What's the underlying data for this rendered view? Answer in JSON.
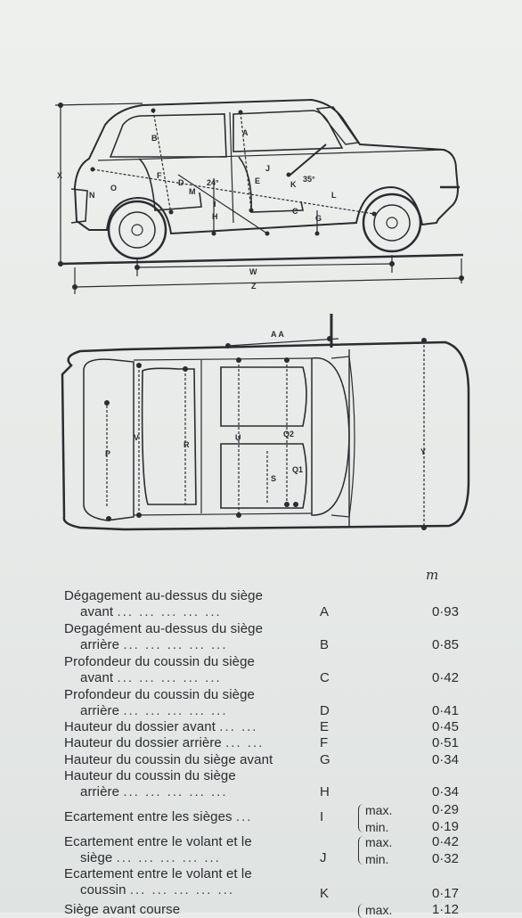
{
  "diagram": {
    "side_labels": [
      "X",
      "N",
      "O",
      "B",
      "F",
      "D",
      "M",
      "H",
      "A",
      "E",
      "J",
      "K",
      "C",
      "G",
      "L",
      "I",
      "W",
      "Z"
    ],
    "angle_labels": [
      "24°",
      "35°"
    ],
    "top_labels": [
      "A A",
      "P",
      "V",
      "R",
      "U",
      "Q2",
      "Q1",
      "S",
      "Y"
    ]
  },
  "unit": "m",
  "rows": [
    {
      "line1": "Dégagement au-dessus du siège",
      "line2": "avant",
      "letter": "A",
      "value": "0·93"
    },
    {
      "line1": "Degagément au-dessus du siège",
      "line2": "arrière",
      "letter": "B",
      "value": "0·85"
    },
    {
      "line1": "Profondeur du coussin du siège",
      "line2": "avant",
      "letter": "C",
      "value": "0·42"
    },
    {
      "line1": "Profondeur du coussin du siège",
      "line2": "arrière",
      "letter": "D",
      "value": "0·41"
    },
    {
      "line1": "Hauteur du dossier avant",
      "letter": "E",
      "value": "0·45"
    },
    {
      "line1": "Hauteur du dossier arrière",
      "letter": "F",
      "value": "0·51"
    },
    {
      "line1": "Hauteur du coussin du siège avant",
      "letter": "G",
      "value": "0·34"
    },
    {
      "line1": "Hauteur du coussin du siège",
      "line2": "arrière",
      "letter": "H",
      "value": "0·34"
    },
    {
      "line1": "Ecartement entre les sièges",
      "letter": "I",
      "max_label": "max.",
      "max_value": "0·29",
      "min_label": "min.",
      "min_value": "0·19"
    },
    {
      "line1": "Ecartement entre le volant et le",
      "line2": "siège",
      "letter": "J",
      "max_label": "max.",
      "max_value": "0·42",
      "min_label": "min.",
      "min_value": "0·32"
    },
    {
      "line1": "Ecartement entre le volant et le",
      "line2": "coussin",
      "letter": "K",
      "value": "0·17"
    },
    {
      "line1": "Siège avant course",
      "max_label": "max.",
      "max_value": "1·12"
    }
  ]
}
